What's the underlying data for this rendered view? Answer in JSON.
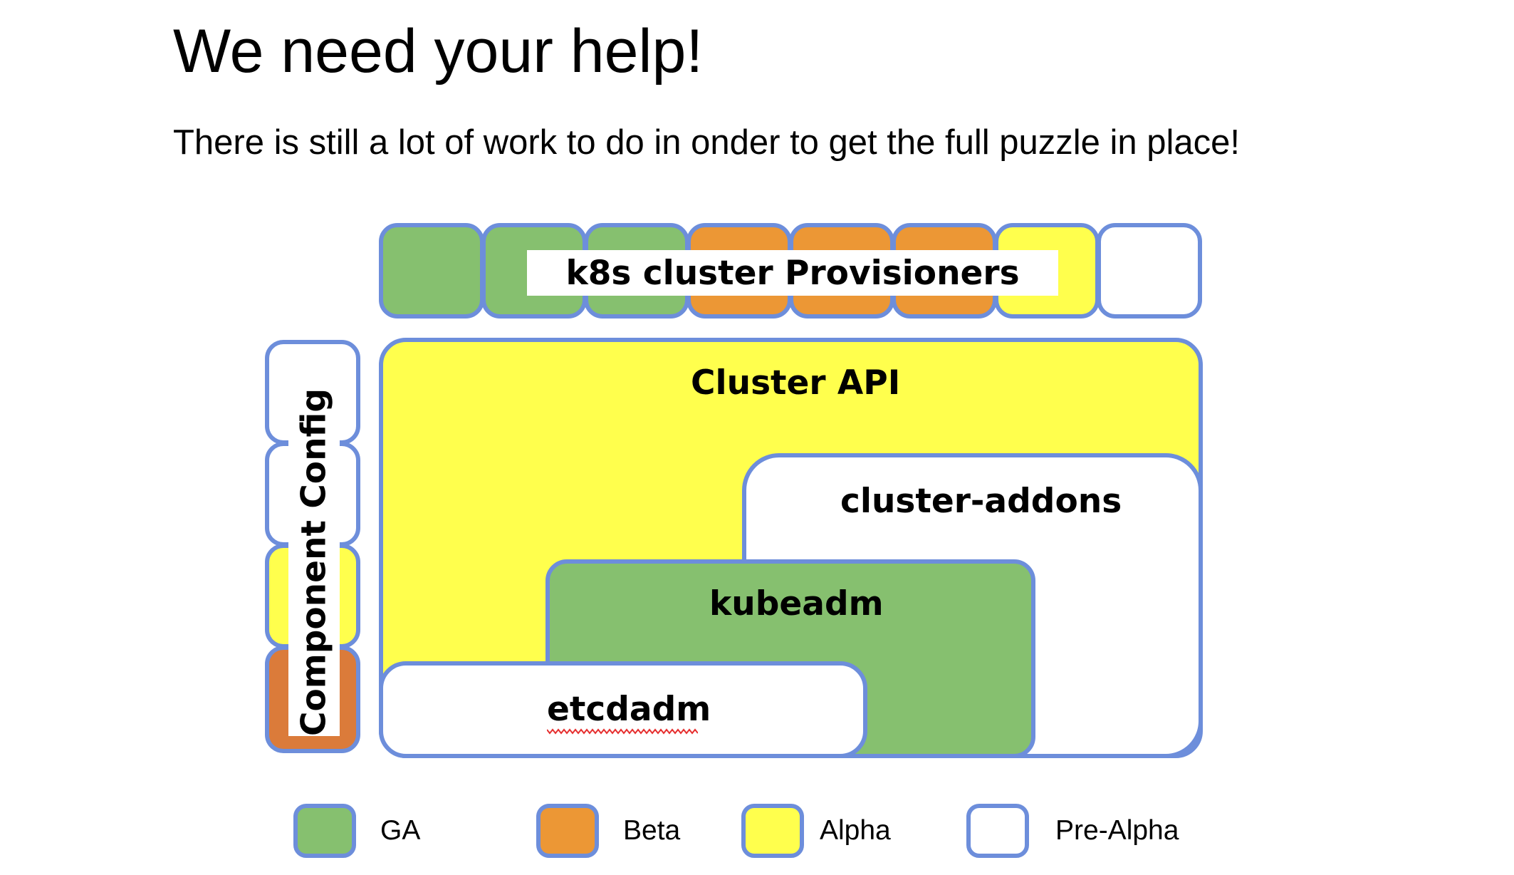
{
  "title": "We need your help!",
  "subtitle": "There is still a lot of work to do in onder to get the full puzzle in place!",
  "diagram": {
    "provisioners_label": "k8s cluster Provisioners",
    "cluster_api_label": "Cluster API",
    "cluster_addons_label": "cluster-addons",
    "kubeadm_label": "kubeadm",
    "etcdadm_label": "etcdadm",
    "component_config_label": "Component Config",
    "provisioner_tiles": [
      "GA",
      "GA",
      "GA",
      "Beta",
      "Beta",
      "Beta",
      "Alpha",
      "Pre-Alpha"
    ],
    "component_config_tiles": [
      "Pre-Alpha",
      "Pre-Alpha",
      "Alpha",
      "Beta"
    ]
  },
  "legend": [
    {
      "label": "GA",
      "color": "#86c06f"
    },
    {
      "label": "Beta",
      "color": "#ec9735"
    },
    {
      "label": "Alpha",
      "color": "#ffff4d"
    },
    {
      "label": "Pre-Alpha",
      "color": "#ffffff"
    }
  ],
  "colors": {
    "border": "#6d8edb",
    "ga": "#86c06f",
    "beta": "#ec9735",
    "beta_dark": "#db7b3a",
    "alpha": "#ffff4d",
    "pre_alpha": "#ffffff"
  }
}
